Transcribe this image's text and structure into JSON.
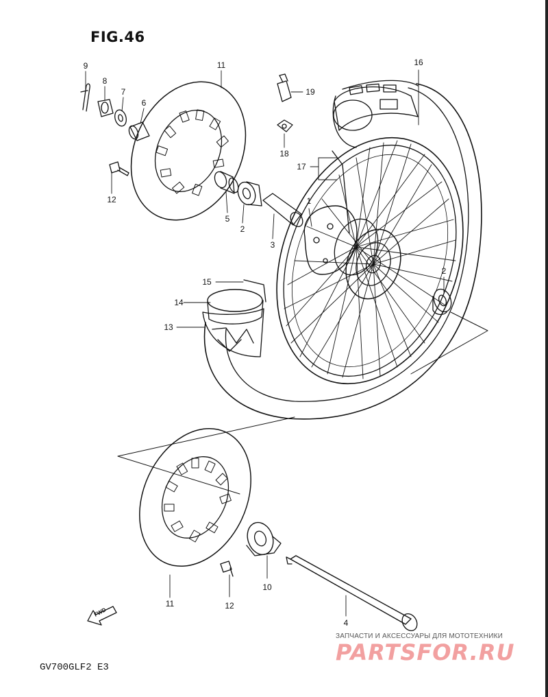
{
  "figure": {
    "title": "FIG.46",
    "model_code": "GV700GLF2 E3"
  },
  "watermark": {
    "tagline": "ЗАПЧАСТИ И АКСЕССУАРЫ ДЛЯ МОТОТЕХНИКИ",
    "brand": "PARTSFOR.RU",
    "color": "#f2a0a0"
  },
  "direction_marker": {
    "label": "FWD"
  },
  "callouts": [
    {
      "id": "c9",
      "label": "9"
    },
    {
      "id": "c8",
      "label": "8"
    },
    {
      "id": "c7",
      "label": "7"
    },
    {
      "id": "c6",
      "label": "6"
    },
    {
      "id": "c11a",
      "label": "11"
    },
    {
      "id": "c12a",
      "label": "12"
    },
    {
      "id": "c5",
      "label": "5"
    },
    {
      "id": "c2a",
      "label": "2"
    },
    {
      "id": "c3",
      "label": "3"
    },
    {
      "id": "c19",
      "label": "19"
    },
    {
      "id": "c18",
      "label": "18"
    },
    {
      "id": "c17",
      "label": "17"
    },
    {
      "id": "c16",
      "label": "16"
    },
    {
      "id": "c1",
      "label": "1"
    },
    {
      "id": "c2b",
      "label": "2"
    },
    {
      "id": "c15",
      "label": "15"
    },
    {
      "id": "c14",
      "label": "14"
    },
    {
      "id": "c13",
      "label": "13"
    },
    {
      "id": "c10",
      "label": "10"
    },
    {
      "id": "c11b",
      "label": "11"
    },
    {
      "id": "c12b",
      "label": "12"
    },
    {
      "id": "c4",
      "label": "4"
    }
  ]
}
